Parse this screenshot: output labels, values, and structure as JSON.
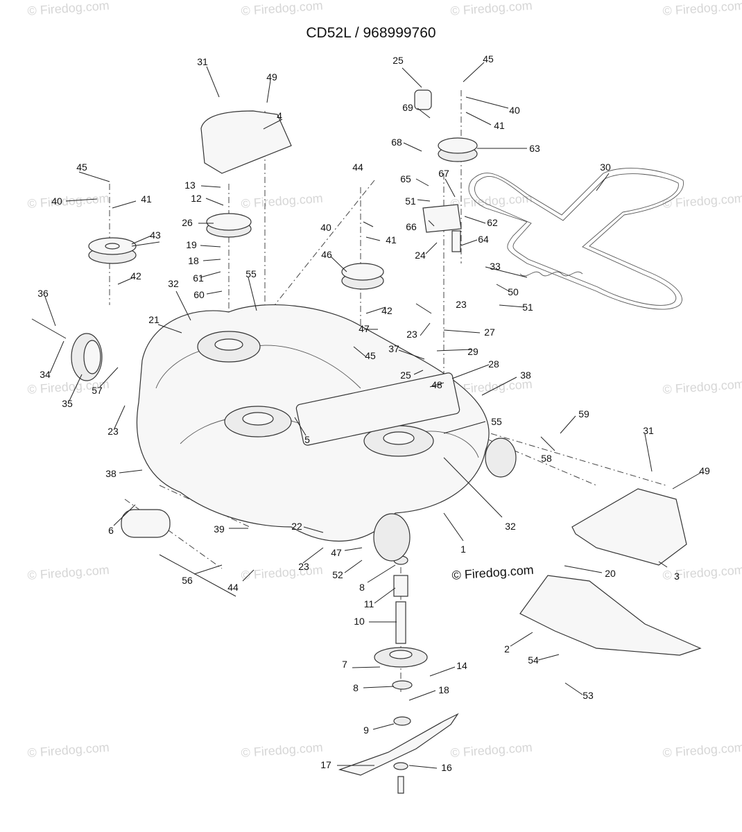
{
  "title": "CD52L / 968999760",
  "watermark": "© Firedog.com",
  "credit": "© Firedog.com",
  "callouts": [
    "1",
    "2",
    "3",
    "4",
    "5",
    "6",
    "7",
    "8",
    "8",
    "9",
    "10",
    "11",
    "12",
    "13",
    "14",
    "16",
    "17",
    "18",
    "18",
    "19",
    "20",
    "21",
    "22",
    "23",
    "23",
    "23",
    "23",
    "24",
    "25",
    "25",
    "26",
    "27",
    "28",
    "29",
    "30",
    "31",
    "31",
    "32",
    "32",
    "33",
    "34",
    "35",
    "36",
    "37",
    "38",
    "38",
    "39",
    "40",
    "40",
    "40",
    "41",
    "41",
    "41",
    "42",
    "42",
    "43",
    "44",
    "44",
    "45",
    "45",
    "45",
    "46",
    "47",
    "47",
    "48",
    "49",
    "49",
    "50",
    "51",
    "51",
    "52",
    "53",
    "54",
    "55",
    "55",
    "56",
    "57",
    "58",
    "59",
    "60",
    "61",
    "62",
    "63",
    "64",
    "65",
    "66",
    "67",
    "68",
    "69"
  ]
}
